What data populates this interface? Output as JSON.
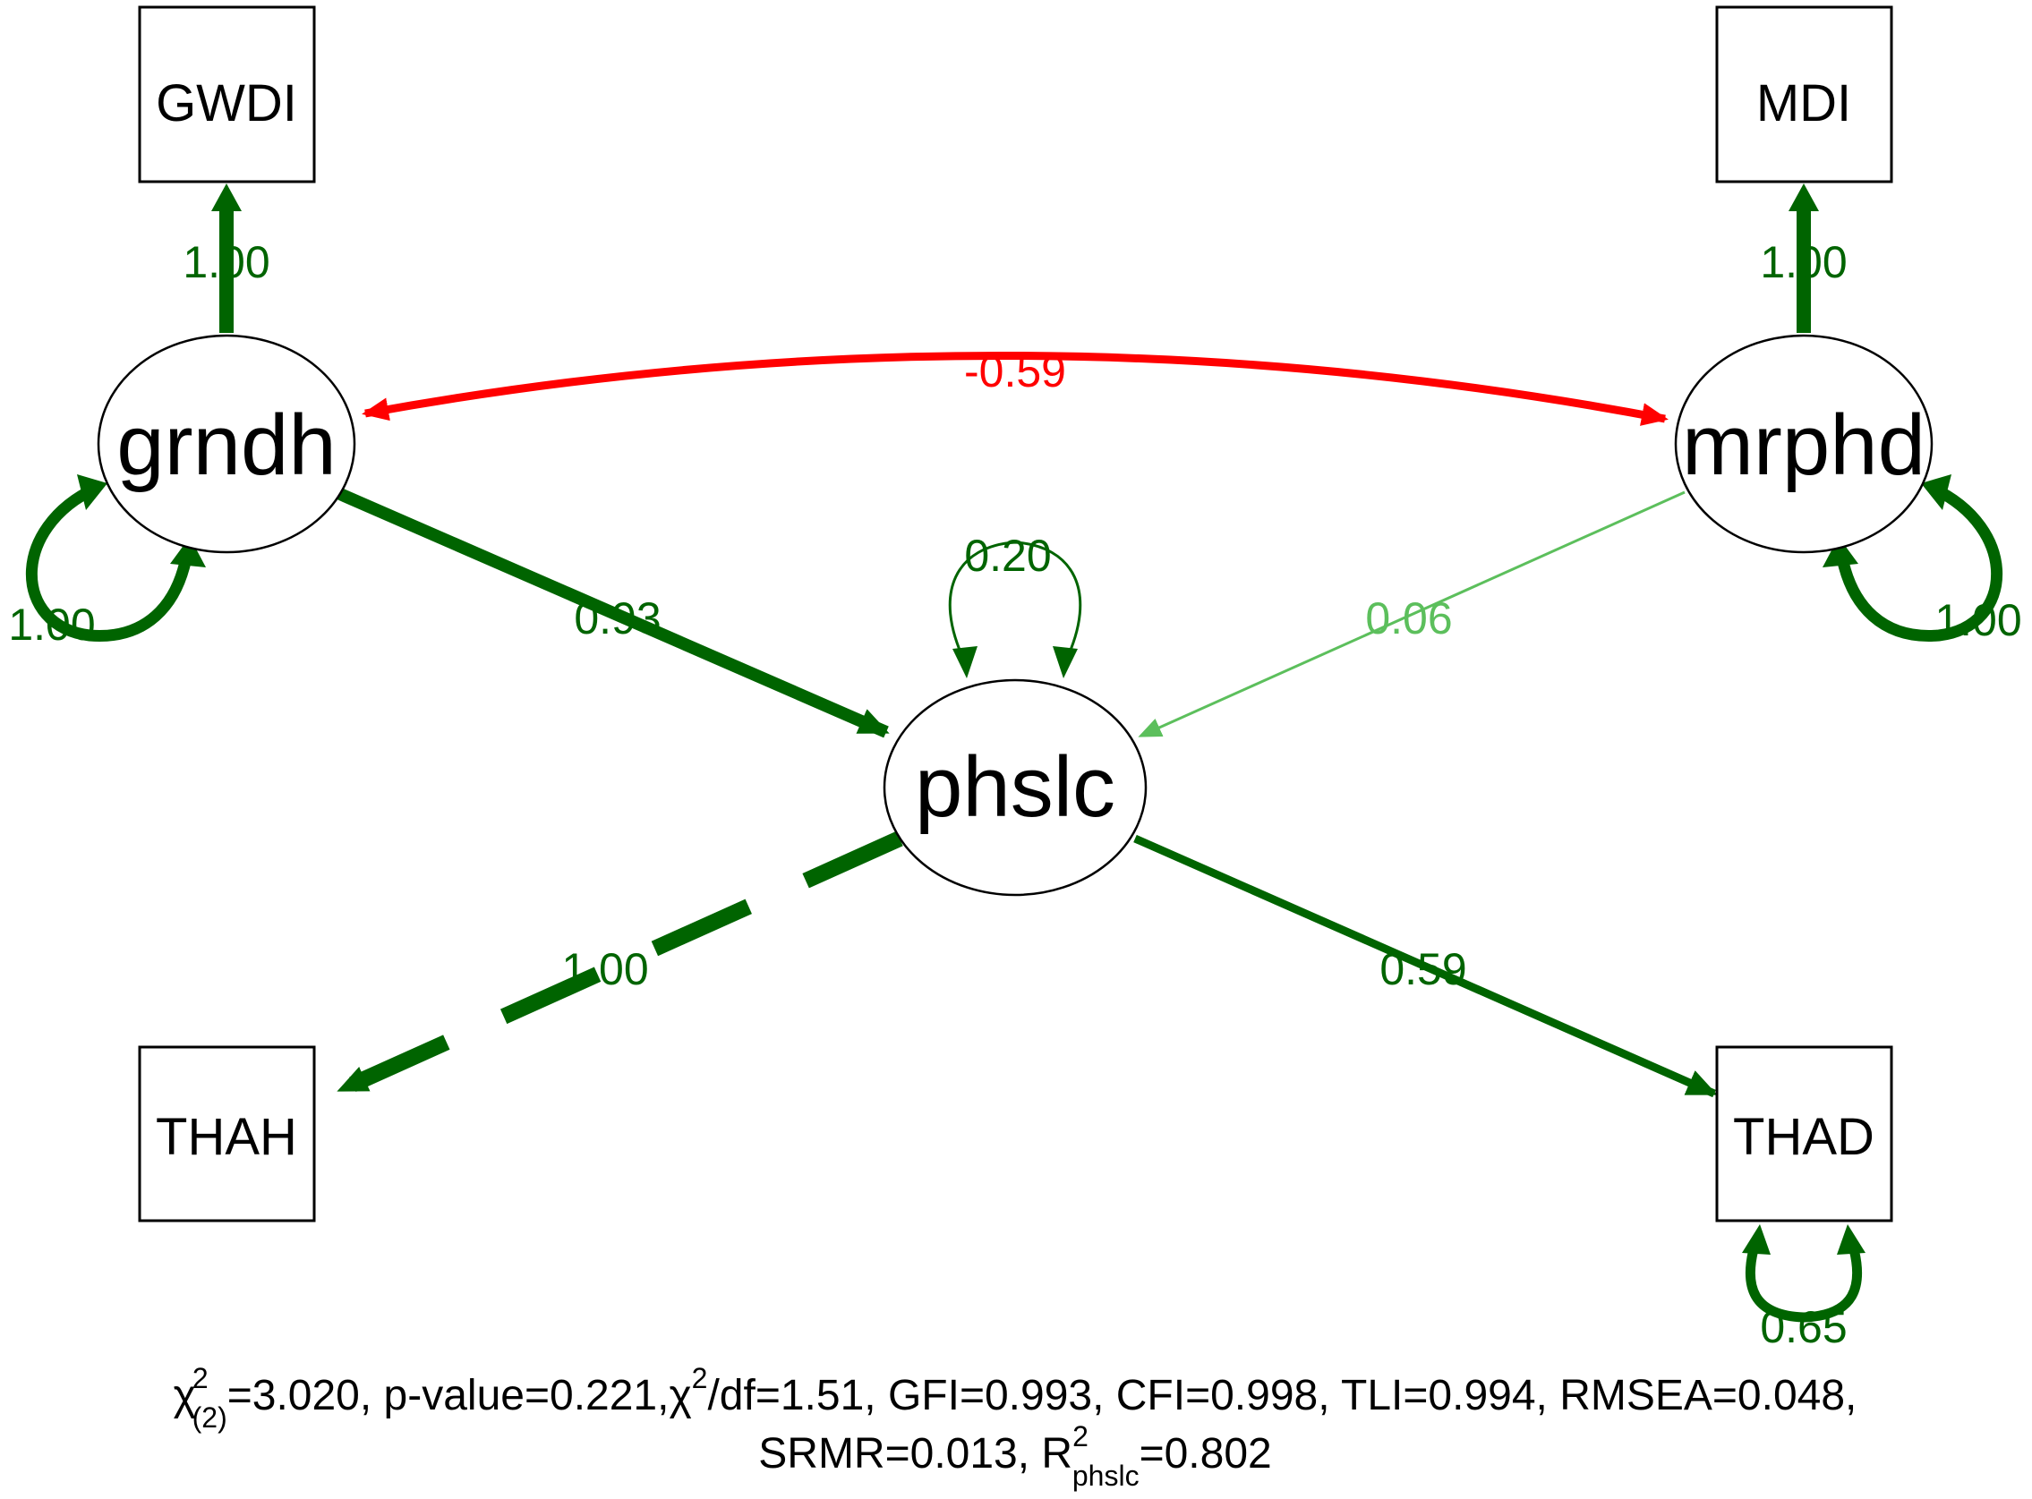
{
  "nodes": {
    "gwdi": "GWDI",
    "mdi": "MDI",
    "grndh": "grndh",
    "mrphd": "mrphd",
    "phslc": "phslc",
    "thah": "THAH",
    "thad": "THAD"
  },
  "paths": {
    "grndh_gwdi": "1.00",
    "mrphd_mdi": "1.00",
    "grndh_mrphd_cov": "-0.59",
    "grndh_phslc": "0.93",
    "mrphd_phslc": "0.06",
    "phslc_thah": "1.00",
    "phslc_thad": "0.59"
  },
  "variances": {
    "grndh": "1.00",
    "mrphd": "1.00",
    "phslc": "0.20",
    "thad": "0.65"
  },
  "fit": {
    "chi": "χ",
    "sq": "2",
    "df_sub": "(2)",
    "part1": "=3.020, p-value=0.221,",
    "chi2": "χ",
    "sq2": "2",
    "part2": "/df=1.51, GFI=0.993, CFI=0.998, TLI=0.994, RMSEA=0.048,",
    "srmr": "SRMR=0.013, R",
    "sq3": "2",
    "r_sub": "phslc",
    "r_val": "=0.802"
  },
  "colors": {
    "positive": "#006400",
    "positive_weak": "#5cbf5c",
    "negative": "#ff0000"
  }
}
